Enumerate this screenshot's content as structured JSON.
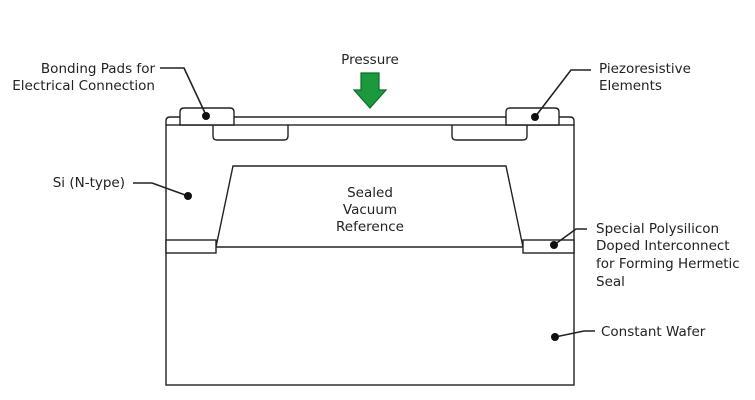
{
  "labels": {
    "pressure": "Pressure",
    "bonding_pads_line1": "Bonding Pads for",
    "bonding_pads_line2": "Electrical Connection",
    "piezo_line1": "Piezoresistive",
    "piezo_line2": "Elements",
    "si_ntype": "Si (N-type)",
    "cavity_line1": "Sealed",
    "cavity_line2": "Vacuum",
    "cavity_line3": "Reference",
    "polysilicon_line1": "Special Polysilicon",
    "polysilicon_line2": "Doped Interconnect",
    "polysilicon_line3": "for Forming Hermetic",
    "polysilicon_line4": "Seal",
    "constant_wafer": "Constant Wafer"
  },
  "colors": {
    "arrow": "#1a9a3c",
    "arrow_stroke": "#0f6b27",
    "line": "#222222"
  },
  "icons": {
    "pressure_arrow": "down-arrow-icon"
  }
}
